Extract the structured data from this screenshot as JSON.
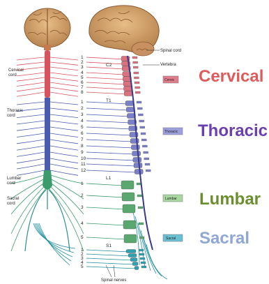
{
  "region_labels": {
    "cervical": "Cervical",
    "thoracic": "Thoracic",
    "lumbar": "Lumbar",
    "sacral": "Sacral"
  },
  "region_tags": {
    "cervical": "Cervic",
    "thoracic": "Thoracic",
    "lumbar": "Lumbar",
    "sacral": "Sacral"
  },
  "cord_labels": {
    "cervical_line1": "Cervical",
    "cervical_line2": "cord",
    "thoracic_line1": "Thoracic",
    "thoracic_line2": "cord",
    "lumbar_line1": "Lumbar",
    "lumbar_line2": "cord",
    "sacral_line1": "Sacral",
    "sacral_line2": "cord"
  },
  "annotations": {
    "spinal_cord": "Spinal cord",
    "vertebra": "Vertebra",
    "c2": "C2",
    "t1": "T1",
    "l1": "L1",
    "s1": "S1",
    "spinal_nerves": "Spinal nerves"
  },
  "colors": {
    "cervical": "#e05a5c",
    "thoracic": "#6a3fb0",
    "lumbar": "#6b8f2e",
    "sacral": "#8fa7d3",
    "cervical_nerve": "#d9535f",
    "thoracic_nerve": "#4a5bb0",
    "lumbar_nerve": "#3b9b6b",
    "sacral_nerve": "#1f8fa0",
    "brain": "#d7a46c"
  },
  "nerves": {
    "cervical": [
      "1",
      "2",
      "3",
      "4",
      "5",
      "6",
      "7",
      "8"
    ],
    "thoracic": [
      "1",
      "2",
      "3",
      "4",
      "5",
      "6",
      "7",
      "8",
      "9",
      "10",
      "11",
      "12"
    ],
    "lumbar": [
      "1",
      "2",
      "3",
      "4",
      "5"
    ],
    "sacral": [
      "1",
      "2",
      "3",
      "4",
      "5"
    ]
  }
}
